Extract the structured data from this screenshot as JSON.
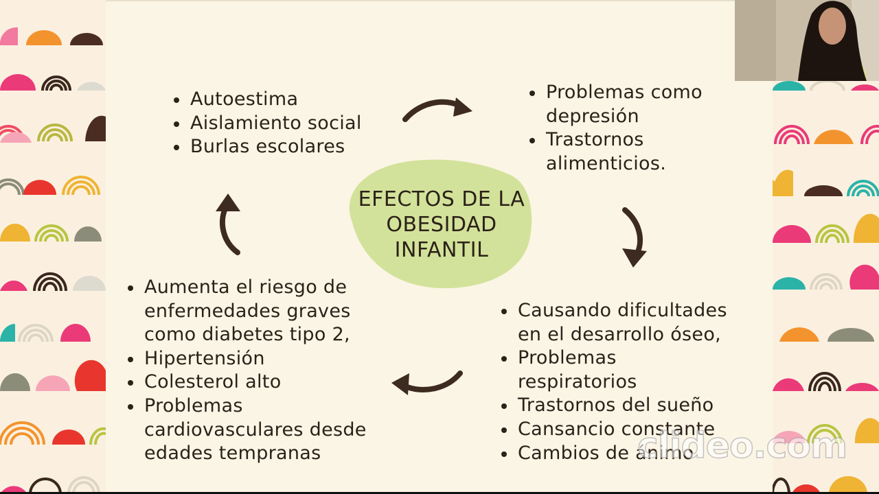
{
  "slide": {
    "center_title": [
      "EFECTOS DE LA",
      "OBESIDAD",
      "INFANTIL"
    ],
    "top_left": [
      "Autoestima",
      "Aislamiento social",
      "Burlas escolares"
    ],
    "top_right": [
      {
        "lines": [
          "Problemas como",
          "depresión"
        ]
      },
      {
        "lines": [
          "Trastornos",
          "alimenticios."
        ]
      }
    ],
    "bottom_left": [
      {
        "lines": [
          "Aumenta el riesgo de",
          "enfermedades graves",
          "como diabetes tipo 2,"
        ]
      },
      {
        "lines": [
          "Hipertensión"
        ]
      },
      {
        "lines": [
          "Colesterol alto"
        ]
      },
      {
        "lines": [
          "Problemas",
          "cardiovasculares desde",
          "edades tempranas"
        ]
      }
    ],
    "bottom_right": [
      {
        "lines": [
          "Causando dificultades",
          "en el desarrollo óseo,"
        ]
      },
      {
        "lines": [
          "Problemas",
          "respiratorios"
        ]
      },
      {
        "lines": [
          "Trastornos del sueño"
        ]
      },
      {
        "lines": [
          "Cansancio constante"
        ]
      },
      {
        "lines": [
          "Cambios de ánimo"
        ]
      }
    ]
  },
  "watermark": "clideo.com",
  "colors": {
    "background": "#fbf5e6",
    "blob": "#d3e29a",
    "text": "#2b2118",
    "arrow": "#3d2a20"
  }
}
